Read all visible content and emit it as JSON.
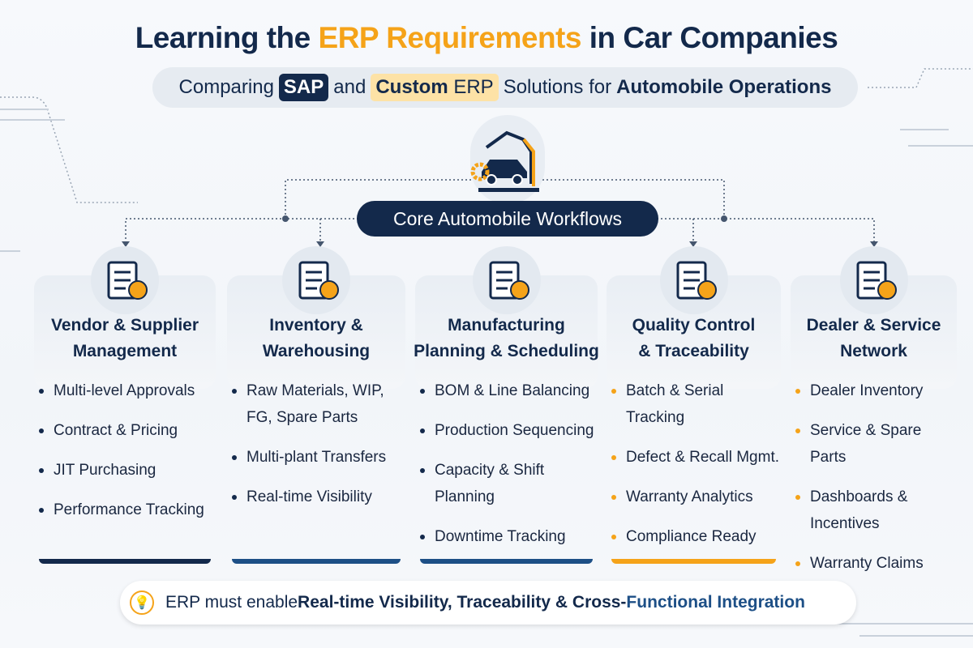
{
  "title": {
    "pre": "Learning the ",
    "highlight": "ERP Requirements",
    "post": " in Car Companies"
  },
  "subtitle": {
    "w1": "Comparing",
    "sap": "SAP",
    "w2": "and",
    "custom": "Custom",
    "erp": "ERP",
    "w3": "Solutions for",
    "bold": "Automobile Operations"
  },
  "core": "Core Automobile Workflows",
  "colors": {
    "navy": "#13294b",
    "orange": "#f5a319",
    "blue": "#1d4f86"
  },
  "columns": [
    {
      "title1": "Vendor & Supplier",
      "title2": "Management",
      "icon": "clipboard-person-icon",
      "items": [
        "Multi-level Approvals",
        "Contract & Pricing",
        "JIT Purchasing",
        "Performance Tracking"
      ]
    },
    {
      "title1": "Inventory &",
      "title2": "Warehousing",
      "icon": "warehouse-icon",
      "items": [
        "Raw Materials, WIP, FG, Spare Parts",
        "Multi-plant Transfers",
        "Real-time Visibility"
      ]
    },
    {
      "title1": "Manufacturing",
      "title2": "Planning & Scheduling",
      "icon": "robot-arm-icon",
      "items": [
        "BOM & Line Balancing",
        "Production Sequencing",
        "Capacity & Shift Planning",
        "Downtime Tracking"
      ]
    },
    {
      "title1": "Quality Control",
      "title2": "&  Traceability",
      "icon": "checklist-magnifier-icon",
      "items": [
        "Batch & Serial Tracking",
        "Defect & Recall Mgmt.",
        "Warranty Analytics",
        "Compliance Ready"
      ]
    },
    {
      "title1": "Dealer & Service",
      "title2": "Network",
      "icon": "dealer-icon",
      "items": [
        "Dealer Inventory",
        "Service & Spare Parts",
        "Dashboards & Incentives",
        "Warranty Claims"
      ]
    }
  ],
  "footer": {
    "pre": "ERP must enable ",
    "b1": "Real-time Visibility, Traceability & Cross-",
    "b2": "Functional Integration"
  }
}
